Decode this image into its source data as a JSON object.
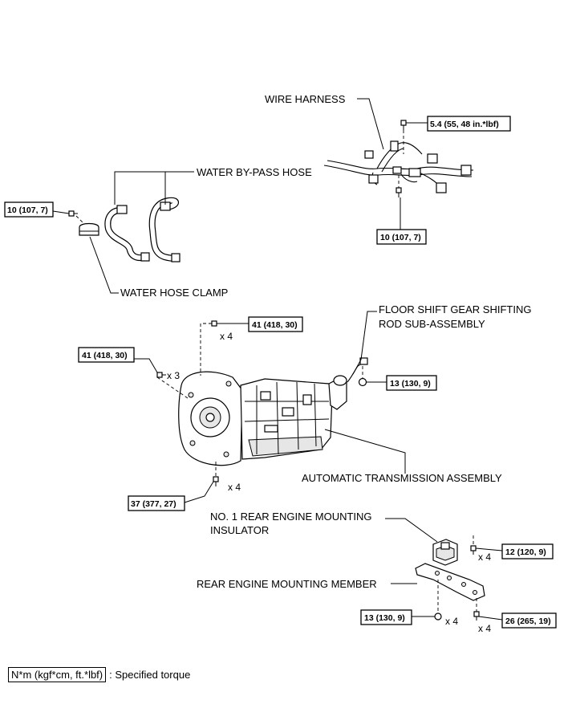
{
  "labels": {
    "wire_harness": "WIRE HARNESS",
    "water_bypass_hose": "WATER BY-PASS HOSE",
    "water_hose_clamp": "WATER HOSE CLAMP",
    "floor_shift_line1": "FLOOR SHIFT GEAR SHIFTING",
    "floor_shift_line2": "ROD SUB-ASSEMBLY",
    "automatic_transmission": "AUTOMATIC TRANSMISSION ASSEMBLY",
    "rear_insulator_line1": "NO. 1 REAR ENGINE MOUNTING",
    "rear_insulator_line2": "INSULATOR",
    "rear_member": "REAR ENGINE MOUNTING MEMBER"
  },
  "torques": {
    "wire_harness_top": "5.4 (55, 48 in.*lbf)",
    "wire_harness_bottom": "10 (107, 7)",
    "hose_clamp": "10 (107, 7)",
    "trans_top": "41 (418, 30)",
    "trans_left": "41 (418, 30)",
    "shift_rod": "13 (130, 9)",
    "trans_bottom": "37 (377, 27)",
    "insulator": "12 (120, 9)",
    "member_nut": "13 (130, 9)",
    "member_bolt": "26 (265, 19)"
  },
  "multipliers": {
    "trans_top": "x 4",
    "trans_left": "x 3",
    "trans_bottom": "x 4",
    "insulator": "x 4",
    "member_nut": "x 4",
    "member_bolt": "x 4"
  },
  "legend": {
    "box": "N*m (kgf*cm, ft.*lbf)",
    "text": ": Specified torque"
  }
}
